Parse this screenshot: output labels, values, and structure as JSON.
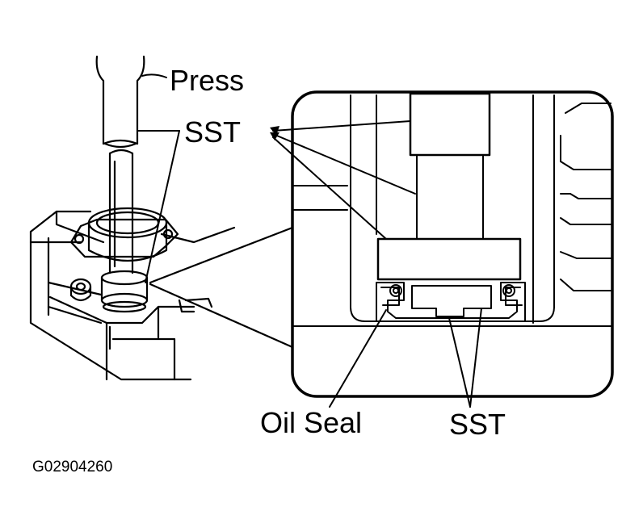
{
  "labels": {
    "press": "Press",
    "sst_top": "SST",
    "oil_seal": "Oil Seal",
    "sst_bottom": "SST"
  },
  "figure_code": "G02904260",
  "colors": {
    "ink": "#000000",
    "paper": "#ffffff"
  }
}
